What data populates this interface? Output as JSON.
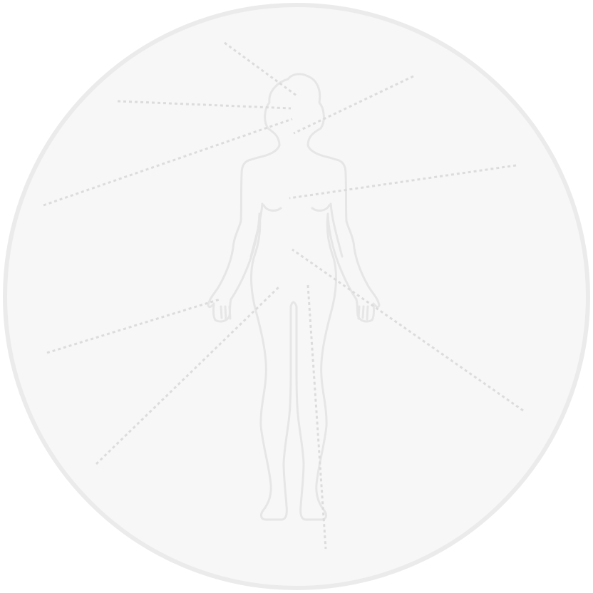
{
  "colors": {
    "page_background": "#ffffff",
    "circle_fill": "#f7f7f7",
    "circle_stroke": "#ebebeb",
    "figure_stroke": "#e6e6e6",
    "leader_stroke": "#dcdcdc"
  },
  "figure": {
    "kind": "human body silhouette, front view, standing",
    "icon": "female-body-outline-icon"
  },
  "leader_lines": [
    {
      "id": "head-top",
      "target": "head"
    },
    {
      "id": "head-left",
      "target": "head"
    },
    {
      "id": "face-left",
      "target": "face"
    },
    {
      "id": "face-right",
      "target": "face"
    },
    {
      "id": "chest-right",
      "target": "chest"
    },
    {
      "id": "waist-right",
      "target": "waist"
    },
    {
      "id": "hand-left",
      "target": "left hand"
    },
    {
      "id": "hip-left",
      "target": "hip"
    },
    {
      "id": "leg-down",
      "target": "leg"
    }
  ]
}
